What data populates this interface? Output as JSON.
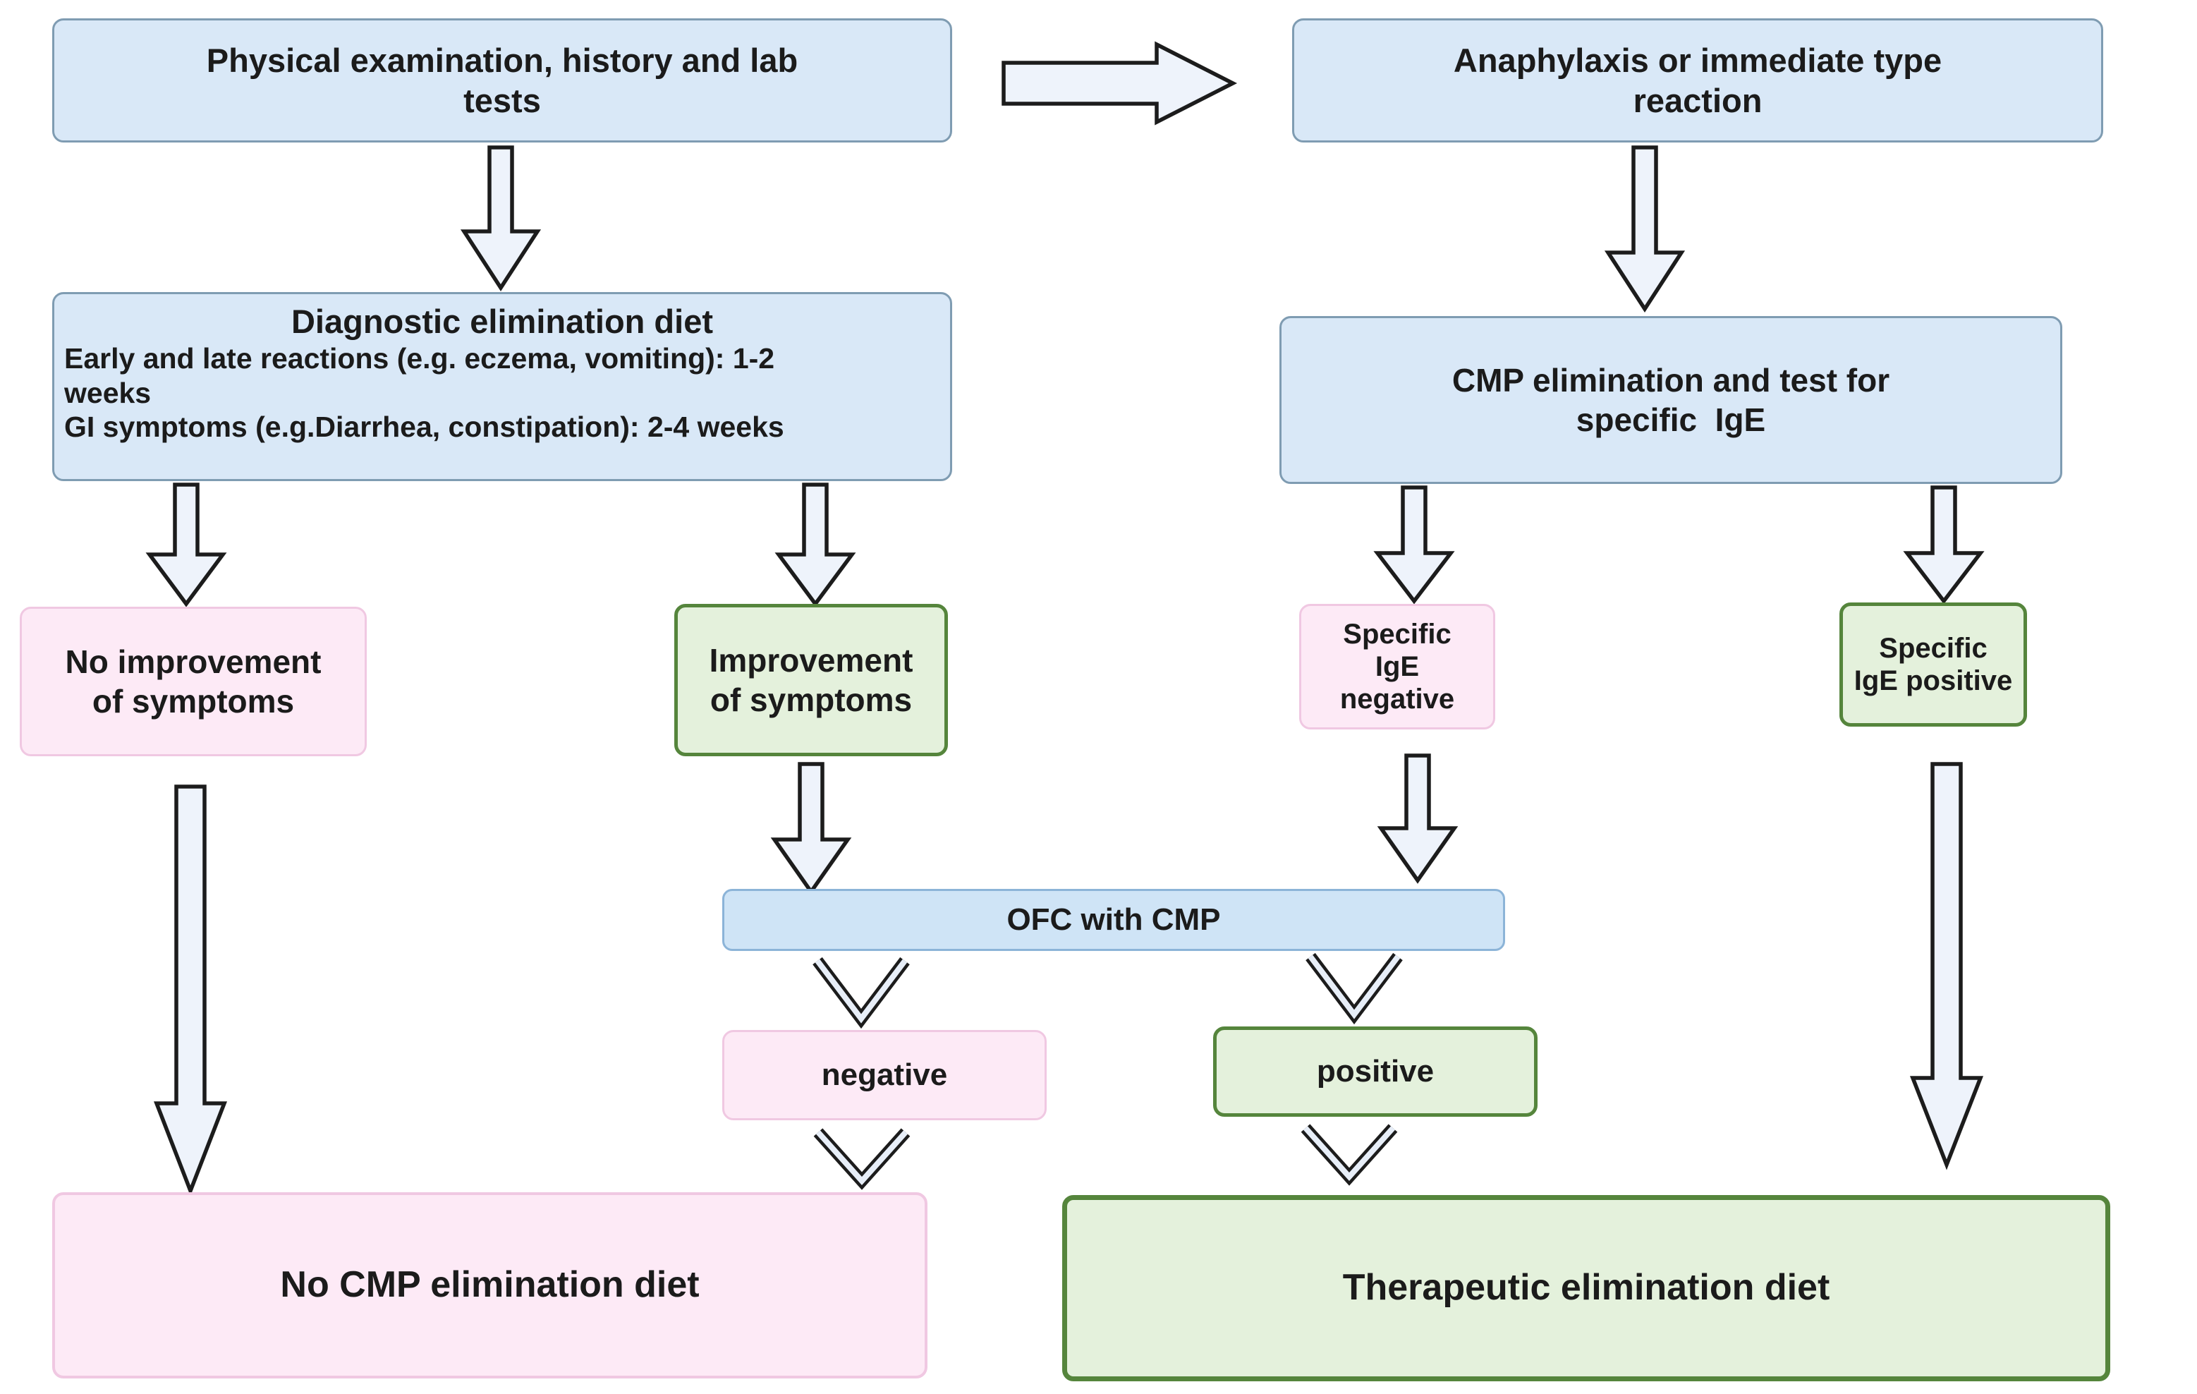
{
  "diagram": {
    "description_domain": "flowchart",
    "colors": {
      "process_fill": "#d9e8f7",
      "process_border": "#7f9cb2",
      "bar_fill": "#cfe4f6",
      "bar_border": "#8cb4d8",
      "negative_fill": "#fdeaf6",
      "negative_border": "#f0c8e2",
      "positive_fill": "#e4f1dc",
      "positive_border": "#55853c",
      "arrow_fill": "#eef3fb",
      "arrow_stroke": "#1c1c1c",
      "text": "#1b1b1b"
    },
    "nodes": {
      "physical_exam": {
        "lines": [
          "Physical examination, history and lab",
          "tests"
        ]
      },
      "anaphylaxis": {
        "lines": [
          "Anaphylaxis or immediate type",
          "reaction"
        ]
      },
      "diagnostic_diet": {
        "title": "Diagnostic elimination diet",
        "lines": [
          "Early and late reactions (e.g. eczema, vomiting): 1-2",
          "weeks",
          "GI symptoms (e.g.Diarrhea, constipation): 2-4 weeks"
        ]
      },
      "cmp_elimination": {
        "lines": [
          "CMP elimination and test for",
          "specific  IgE"
        ]
      },
      "no_improvement": {
        "lines": [
          "No improvement",
          "of symptoms"
        ]
      },
      "improvement": {
        "lines": [
          "Improvement",
          "of symptoms"
        ]
      },
      "ige_negative": {
        "lines": [
          "Specific",
          "IgE",
          "negative"
        ]
      },
      "ige_positive": {
        "lines": [
          "Specific",
          "IgE positive"
        ]
      },
      "ofc": {
        "text": "OFC with CMP"
      },
      "ofc_negative": {
        "text": "negative"
      },
      "ofc_positive": {
        "text": "positive"
      },
      "no_cmp_diet": {
        "text": "No CMP elimination diet"
      },
      "therapeutic_diet": {
        "text": "Therapeutic elimination diet"
      }
    }
  }
}
